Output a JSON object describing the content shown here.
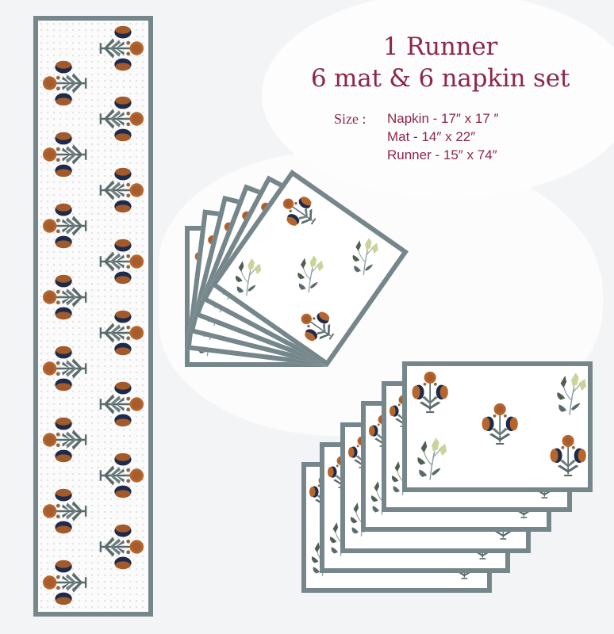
{
  "product": {
    "title_line1": "1 Runner",
    "title_line2": "6 mat & 6 napkin set",
    "size_label": "Size :",
    "sizes": [
      "Napkin - 17″ x 17 ″",
      "Mat - 14″ x 22″",
      "Runner - 15″ x 74″"
    ]
  },
  "colors": {
    "title": "#8c2748",
    "border": "#76878c",
    "flower_orange": "#b5662e",
    "flower_navy": "#1e2a4a",
    "leaf": "#5b6b6c",
    "lily": "#c9d39a"
  },
  "items": {
    "runner_count": 1,
    "mat_count": 6,
    "napkin_count": 6
  }
}
